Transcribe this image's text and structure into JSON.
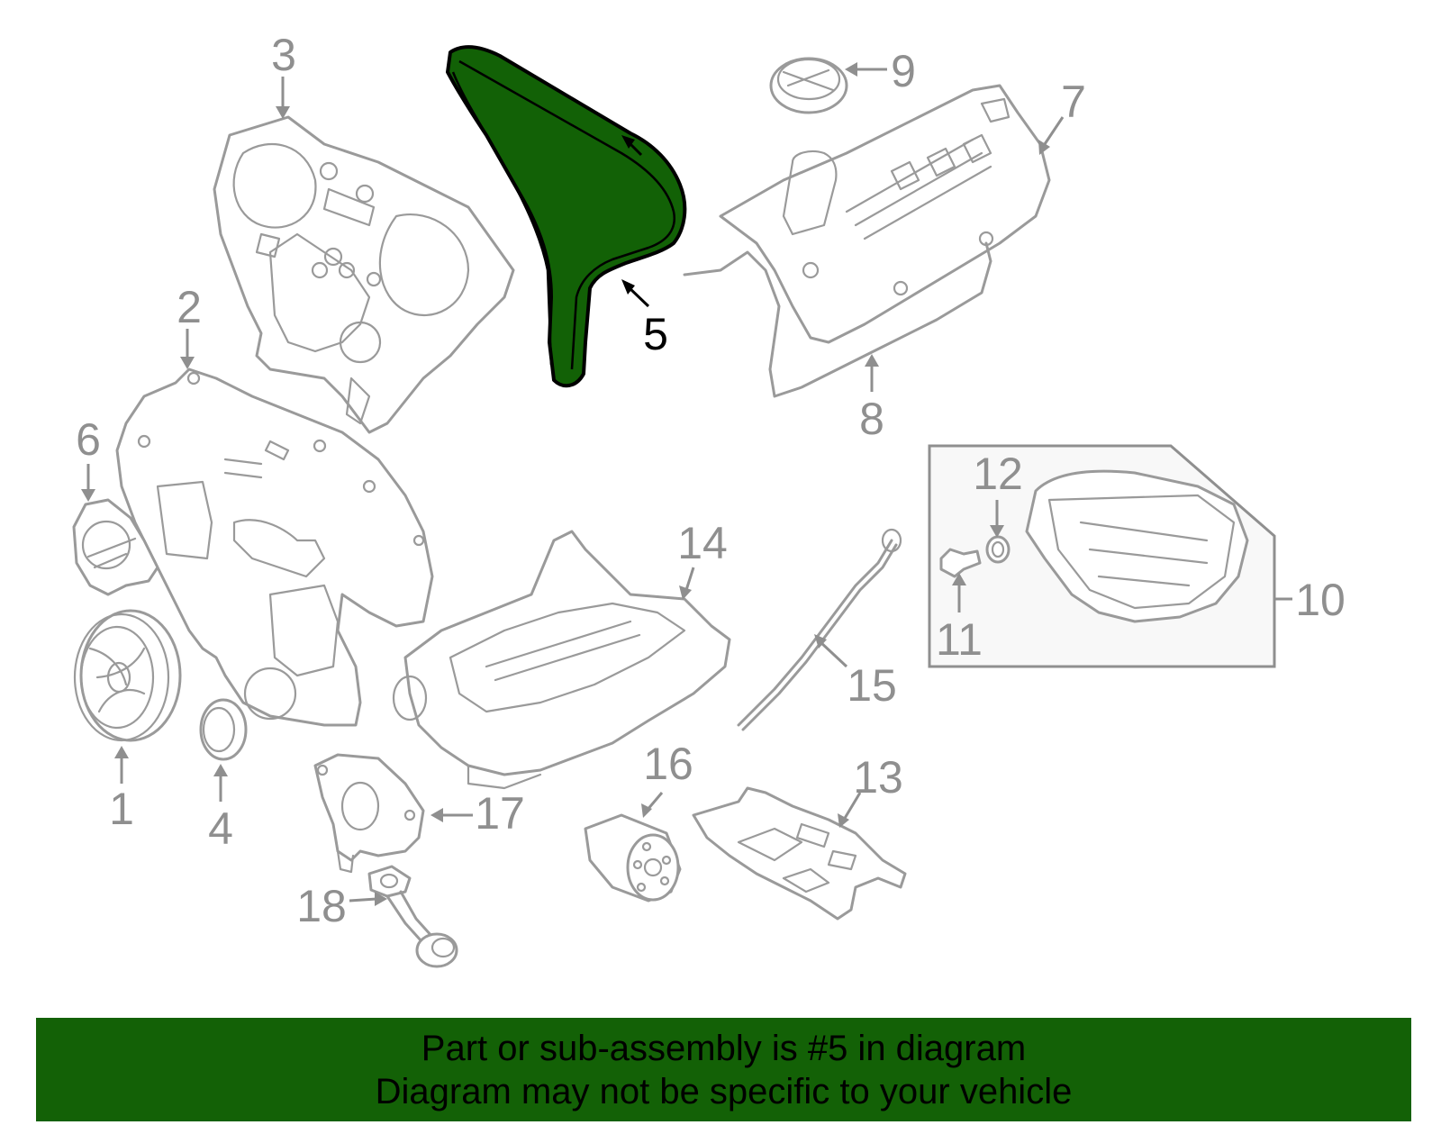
{
  "diagram": {
    "highlighted_part": "5",
    "highlight_color": "#126106",
    "line_color": "#9a9a9a",
    "callouts": [
      {
        "id": "c1",
        "label": "1"
      },
      {
        "id": "c2",
        "label": "2"
      },
      {
        "id": "c3",
        "label": "3"
      },
      {
        "id": "c4",
        "label": "4"
      },
      {
        "id": "c5",
        "label": "5"
      },
      {
        "id": "c6",
        "label": "6"
      },
      {
        "id": "c7",
        "label": "7"
      },
      {
        "id": "c8",
        "label": "8"
      },
      {
        "id": "c9",
        "label": "9"
      },
      {
        "id": "c10",
        "label": "10"
      },
      {
        "id": "c11",
        "label": "11"
      },
      {
        "id": "c12",
        "label": "12"
      },
      {
        "id": "c13",
        "label": "13"
      },
      {
        "id": "c14",
        "label": "14"
      },
      {
        "id": "c15",
        "label": "15"
      },
      {
        "id": "c16",
        "label": "16"
      },
      {
        "id": "c17",
        "label": "17"
      },
      {
        "id": "c18",
        "label": "18"
      }
    ]
  },
  "banner": {
    "background": "#136106",
    "line1": "Part or sub-assembly is #5 in diagram",
    "line2": "Diagram may not be specific to your vehicle"
  }
}
